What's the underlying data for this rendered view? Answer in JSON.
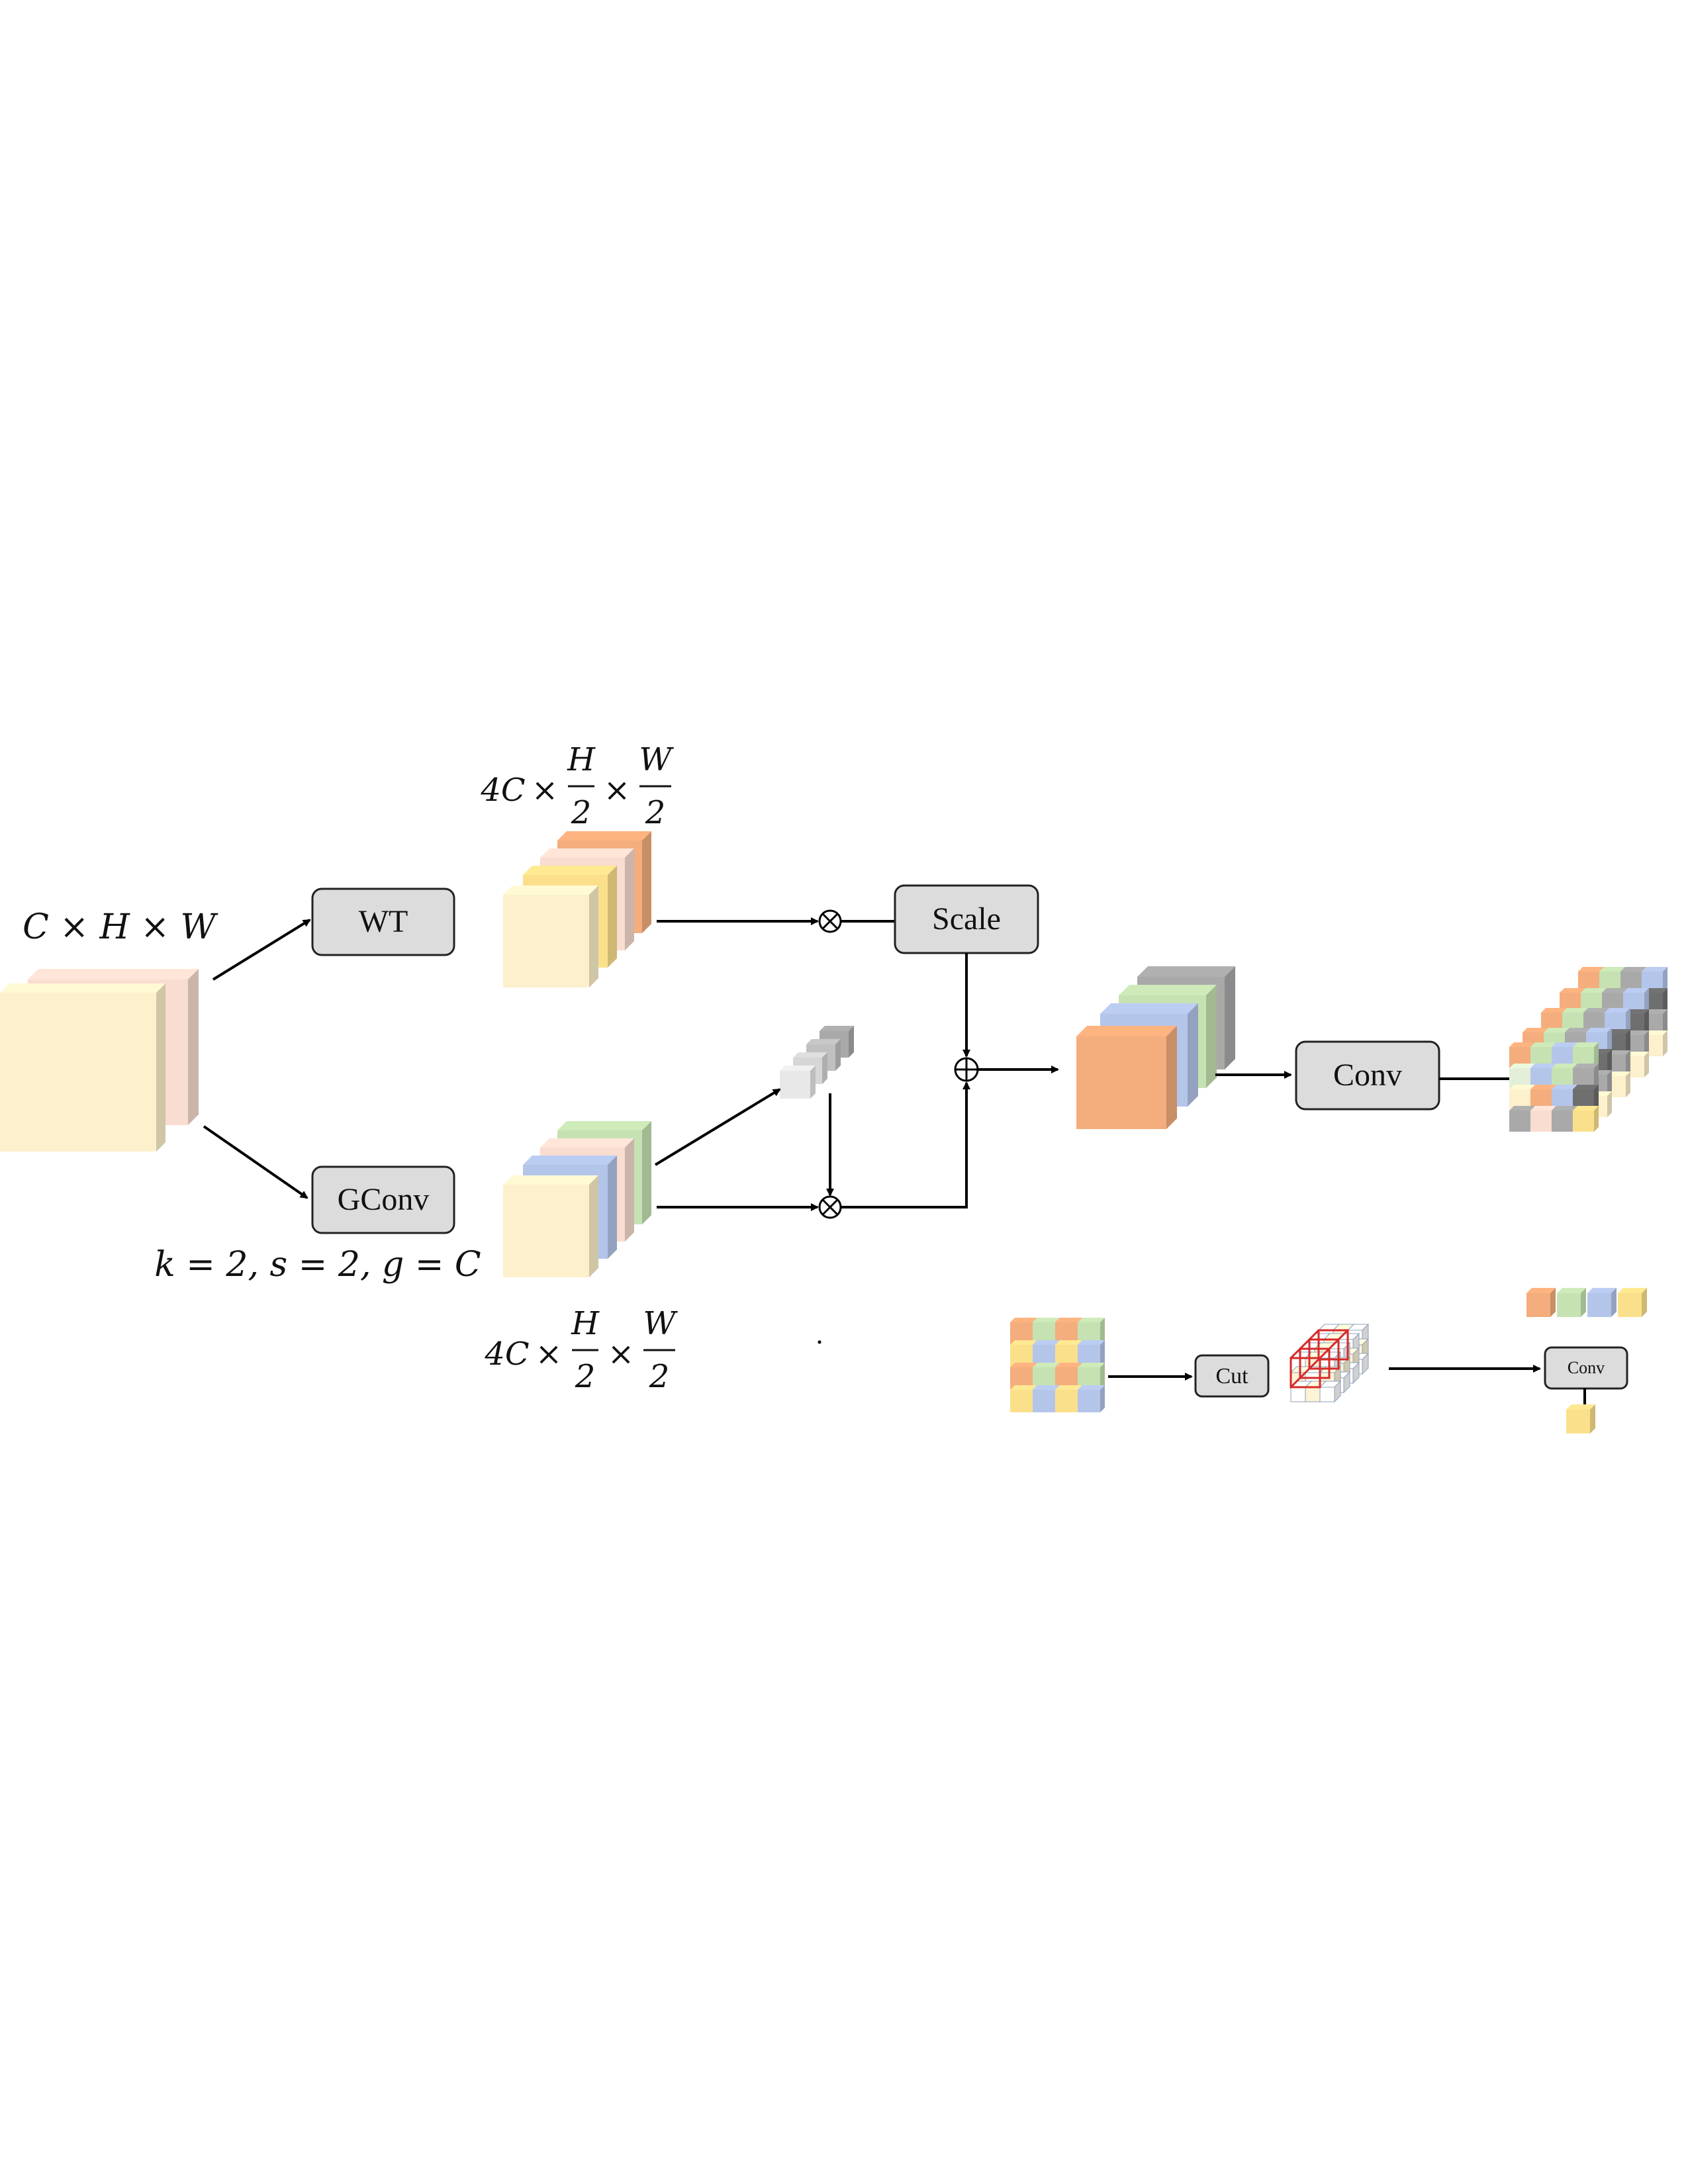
{
  "labels": {
    "input_dims": "C × H × W",
    "wt_dims": "4C × H/2 × W/2",
    "gconv_dims": "4C × H/2 × W/2",
    "gconv_params": "k = 2, s = 2, g = C",
    "wt_box": "WT",
    "gconv_box": "GConv",
    "scale_box": "Scale",
    "conv_box": "Conv",
    "cut_box": "Cut",
    "conv_small_box": "Conv",
    "frac_H": "H",
    "frac_W": "W",
    "frac_2": "2",
    "prefix_4C": "4C",
    "times": "×",
    "dot": "."
  },
  "colors": {
    "cream": "#fdf0cc",
    "peach": "#f8ddd0",
    "yellow": "#fbe08c",
    "orange": "#f4ad7c",
    "green": "#c6e2b2",
    "blue": "#b4c5ea",
    "gray": "#a9a9a9",
    "dark_gray": "#6f6f6f",
    "light_gray": "#e8e8e8",
    "box_fill": "#dcdcdc",
    "red": "#d62a2a"
  },
  "icons": {
    "multiply": "circle-times-icon",
    "add": "circle-plus-icon"
  }
}
